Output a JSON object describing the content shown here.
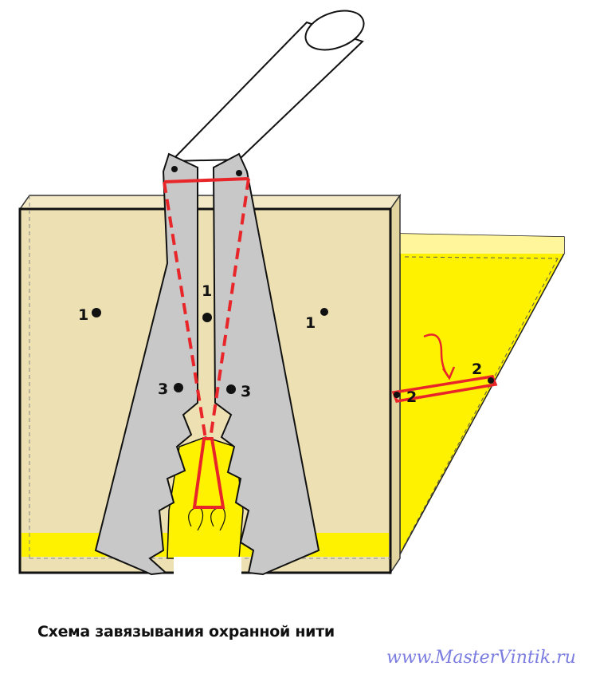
{
  "labels": {
    "point_1_left": "1",
    "point_1_center": "1",
    "point_1_right": "1",
    "point_3_left": "3",
    "point_3_right": "3",
    "point_2_upper": "2",
    "point_2_lower": "2"
  },
  "caption": "Схема завязывания охранной нити",
  "watermark": "www.MasterVintik.ru",
  "colors": {
    "board": "#ede0b2",
    "yellow": "#fff200",
    "blade": "#c8c8c8",
    "thread": "#e8262a",
    "watermark": "#7b7de0"
  }
}
